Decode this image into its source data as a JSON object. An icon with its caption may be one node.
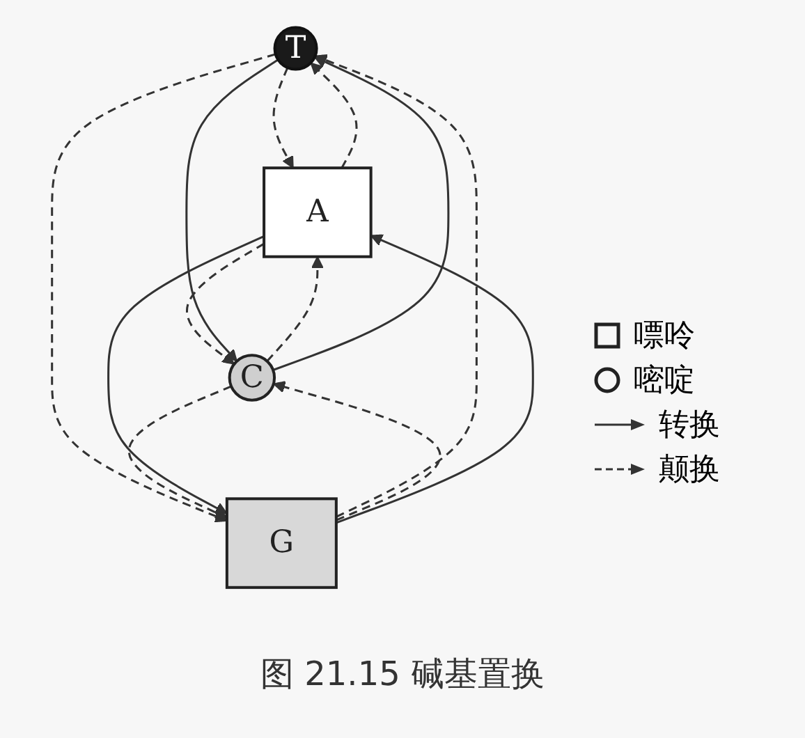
{
  "diagram": {
    "caption": "图 21.15 碱基置换",
    "nodes": [
      {
        "text": [
          "T"
        ]
      },
      {
        "text": [
          "A"
        ]
      },
      {
        "text": [
          "G"
        ]
      },
      {
        "text": [
          "C"
        ]
      }
    ],
    "edges": [
      {
        "from": 0,
        "to": 1,
        "arrow": "to",
        "style": "dashed"
      },
      {
        "from": 1,
        "to": 0,
        "arrow": "to",
        "style": "dashed"
      },
      {
        "from": 2,
        "to": 0,
        "arrow": "to",
        "style": "dashed"
      },
      {
        "from": 0,
        "to": 2,
        "arrow": "to",
        "style": "dashed"
      },
      {
        "from": 3,
        "to": 1,
        "arrow": "to",
        "style": "dashed"
      },
      {
        "from": 1,
        "to": 3,
        "arrow": "to",
        "style": "dashed"
      },
      {
        "from": 3,
        "to": 2,
        "arrow": "to",
        "style": "dashed"
      },
      {
        "from": 2,
        "to": 3,
        "arrow": "to",
        "style": "dashed"
      },
      {
        "from": 1,
        "to": 2,
        "arrow": "to"
      },
      {
        "from": 2,
        "to": 1,
        "arrow": "to"
      },
      {
        "from": 0,
        "to": 3,
        "arrow": "to"
      },
      {
        "from": 3,
        "to": 0,
        "arrow": "to"
      }
    ],
    "legend": [
      {
        "text": "嘌呤"
      },
      {
        "text": "嘧啶"
      },
      {
        "text": "转换"
      },
      {
        "text": "颠换"
      }
    ]
  }
}
